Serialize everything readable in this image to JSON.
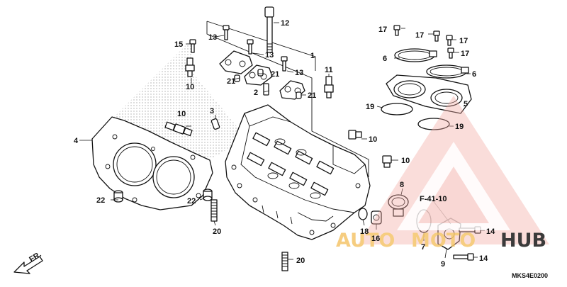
{
  "diagram": {
    "callouts": [
      {
        "id": "c1",
        "label": "1"
      },
      {
        "id": "c2",
        "label": "2"
      },
      {
        "id": "c3",
        "label": "3"
      },
      {
        "id": "c4",
        "label": "4"
      },
      {
        "id": "c5",
        "label": "5"
      },
      {
        "id": "c6a",
        "label": "6"
      },
      {
        "id": "c6b",
        "label": "6"
      },
      {
        "id": "c7",
        "label": "7"
      },
      {
        "id": "c8",
        "label": "8"
      },
      {
        "id": "c9",
        "label": "9"
      },
      {
        "id": "c10a",
        "label": "10"
      },
      {
        "id": "c10b",
        "label": "10"
      },
      {
        "id": "c10c",
        "label": "10"
      },
      {
        "id": "c10d",
        "label": "10"
      },
      {
        "id": "c11",
        "label": "11"
      },
      {
        "id": "c12",
        "label": "12"
      },
      {
        "id": "c13a",
        "label": "13"
      },
      {
        "id": "c13b",
        "label": "13"
      },
      {
        "id": "c13c",
        "label": "13"
      },
      {
        "id": "c14a",
        "label": "14"
      },
      {
        "id": "c14b",
        "label": "14"
      },
      {
        "id": "c15",
        "label": "15"
      },
      {
        "id": "c16",
        "label": "16"
      },
      {
        "id": "c17a",
        "label": "17"
      },
      {
        "id": "c17b",
        "label": "17"
      },
      {
        "id": "c17c",
        "label": "17"
      },
      {
        "id": "c17d",
        "label": "17"
      },
      {
        "id": "c18",
        "label": "18"
      },
      {
        "id": "c19a",
        "label": "19"
      },
      {
        "id": "c19b",
        "label": "19"
      },
      {
        "id": "c20a",
        "label": "20"
      },
      {
        "id": "c20b",
        "label": "20"
      },
      {
        "id": "c21a",
        "label": "21"
      },
      {
        "id": "c21b",
        "label": "21"
      },
      {
        "id": "c21c",
        "label": "21"
      },
      {
        "id": "c22a",
        "label": "22"
      },
      {
        "id": "c22b",
        "label": "22"
      }
    ],
    "reference_label": "F-41-10",
    "direction_label": "FR.",
    "diagram_code": "MKS4E0200",
    "watermark": {
      "text_left": "AUTO",
      "text_mid": "MOTO",
      "text_right": "HUB",
      "accent_color": "#f2a7a0",
      "text_color_light": "#f5c56a",
      "text_color_dark": "#1a1a1a"
    },
    "line_color": "#111111"
  }
}
